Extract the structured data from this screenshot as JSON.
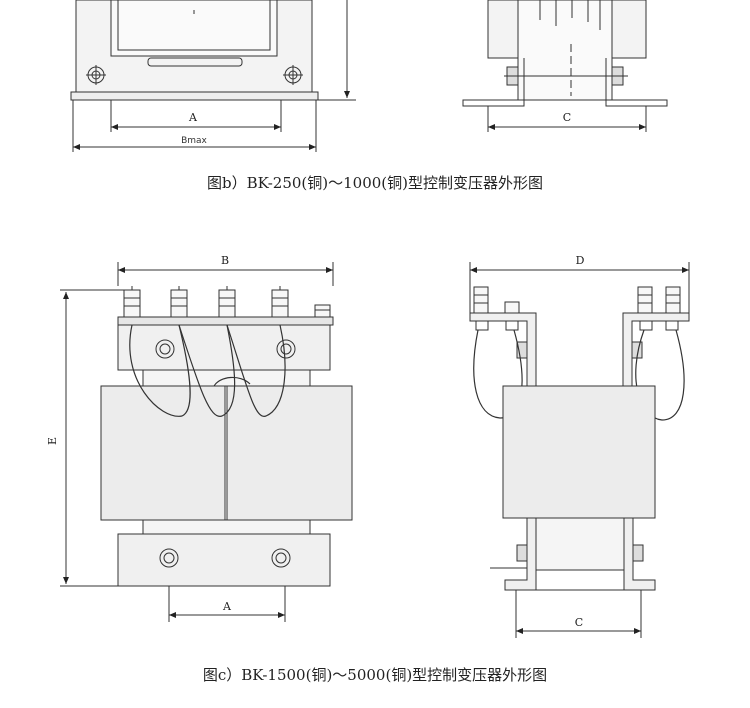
{
  "captions": {
    "figure_b": "图b）BK-250(铜)～1000(铜)型控制变压器外形图",
    "figure_c": "图c）BK-1500(铜)～5000(铜)型控制变压器外形图"
  },
  "dimension_labels": {
    "b_front_A": "A",
    "b_front_Bmax": "Bmax",
    "b_side_C": "C",
    "c_front_B": "B",
    "c_front_E": "E",
    "c_front_A": "A",
    "c_side_D": "D",
    "c_side_C": "C"
  }
}
